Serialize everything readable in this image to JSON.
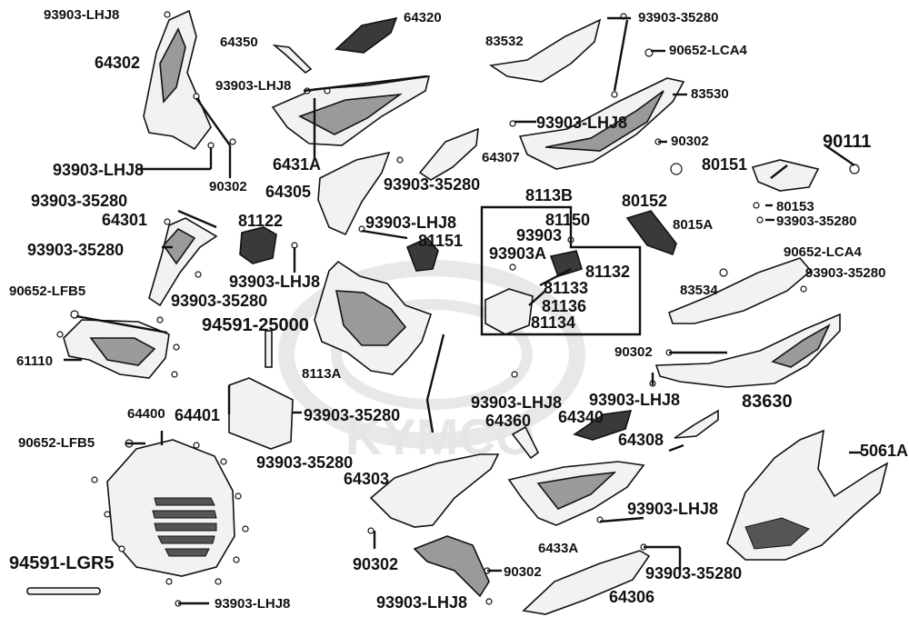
{
  "watermark": "KYMCO",
  "labels": {
    "l01": "93903-LHJ8",
    "l02": "64320",
    "l03": "64350",
    "l04": "64302",
    "l05": "93903-LHJ8",
    "l06": "93903-LHJ8",
    "l07": "90302",
    "l08": "6431A",
    "l09": "64305",
    "l10": "64307",
    "l11": "93903-35280",
    "l12": "83532",
    "l13": "93903-35280",
    "l14": "90652-LCA4",
    "l15": "83530",
    "l16": "93903-LHJ8",
    "l17": "90302",
    "l18": "90111",
    "l19": "80151",
    "l20": "80153",
    "l21": "93903-35280",
    "l22": "80152",
    "l23": "8015A",
    "l24": "93903-35280",
    "l25": "64301",
    "l26": "93903-35280",
    "l27": "81122",
    "l28": "93903-LHJ8",
    "l29": "93903-35280",
    "l30": "93903-LHJ8",
    "l31": "81151",
    "l32": "8113B",
    "l33": "81150",
    "l34": "93903",
    "l35": "93903A",
    "l36": "81132",
    "l37": "81133",
    "l38": "81136",
    "l39": "81134",
    "l40": "90652-LCA4",
    "l41": "93903-35280",
    "l42": "83534",
    "l43": "90652-LFB5",
    "l44": "94591-25000",
    "l45": "61110",
    "l46": "8113A",
    "l47": "90302",
    "l48": "83630",
    "l49": "64400",
    "l50": "64401",
    "l51": "93903-35280",
    "l52": "93903-LHJ8",
    "l53": "93903-LHJ8",
    "l54": "64360",
    "l55": "64340",
    "l56": "64308",
    "l57": "90652-LFB5",
    "l58": "93903-35280",
    "l59": "5061A",
    "l60": "64303",
    "l61": "6433A",
    "l62": "93903-LHJ8",
    "l63": "94591-LGR5",
    "l64": "90302",
    "l65": "90302",
    "l66": "93903-35280",
    "l67": "64306",
    "l68": "93903-LHJ8",
    "l69": "93903-LHJ8"
  }
}
